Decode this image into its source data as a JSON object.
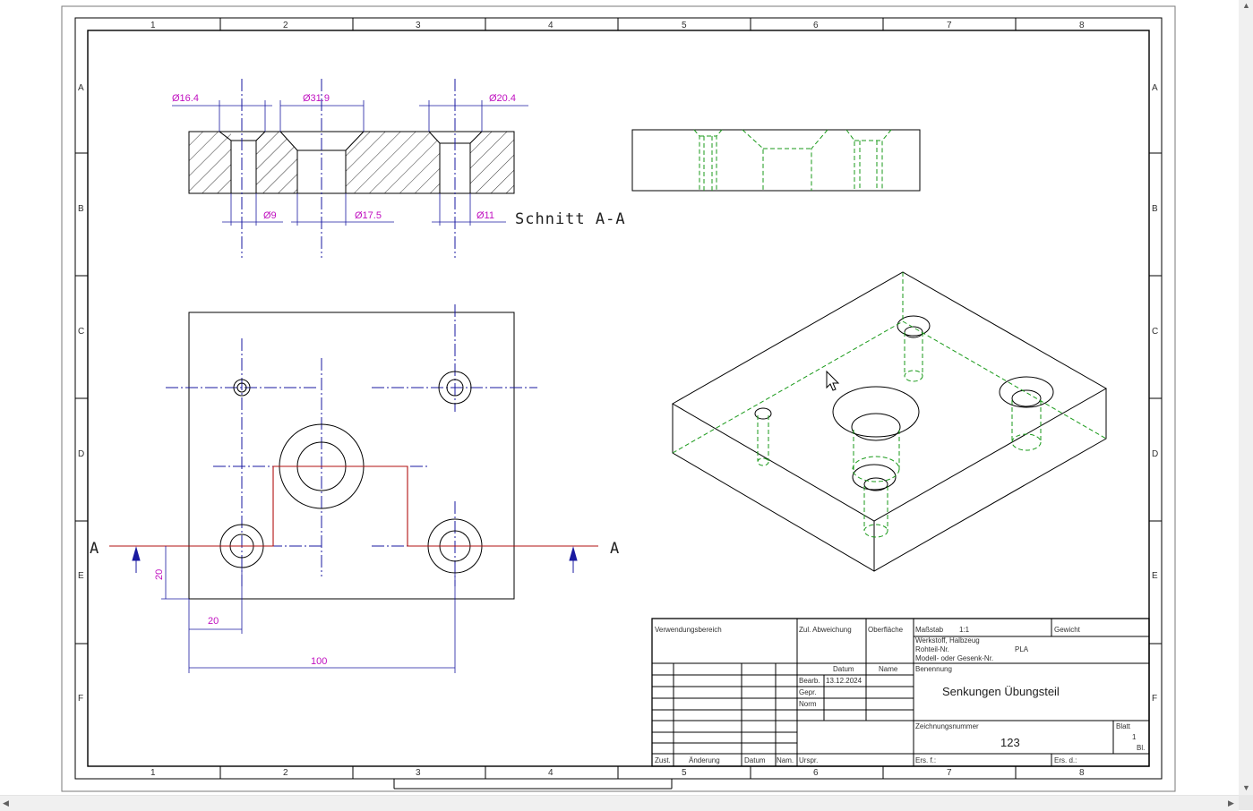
{
  "grid": {
    "columns": [
      "1",
      "2",
      "3",
      "4",
      "5",
      "6",
      "7",
      "8"
    ],
    "rows": [
      "A",
      "B",
      "C",
      "D",
      "E",
      "F"
    ]
  },
  "section": {
    "title": "Schnitt A-A",
    "marker_left": "A",
    "marker_right": "A"
  },
  "dimensions": {
    "dia_16_4": "Ø16.4",
    "dia_31_9": "Ø31.9",
    "dia_20_4": "Ø20.4",
    "dia_9": "Ø9",
    "dia_17_5": "Ø17.5",
    "dia_11": "Ø11",
    "dim_20_v": "20",
    "dim_20_h": "20",
    "dim_100": "100"
  },
  "title_block": {
    "verwendungsbereich": "Verwendungsbereich",
    "zul_abweichung": "Zul. Abweichung",
    "oberflaeche": "Oberfläche",
    "massstab_label": "Maßstab",
    "massstab_value": "1:1",
    "gewicht_label": "Gewicht",
    "werkstoff": "Werkstoff, Halbzeug",
    "rohteil": "Rohteil-Nr.",
    "material": "PLA",
    "modell": "Modell- oder Gesenk-Nr.",
    "datum": "Datum",
    "name": "Name",
    "bearb": "Bearb.",
    "bearb_date": "13.12.2024",
    "gepr": "Gepr.",
    "norm": "Norm",
    "benennung_label": "Benennung",
    "benennung_value": "Senkungen Übungsteil",
    "zeichnungsnummer_label": "Zeichnungsnummer",
    "zeichnungsnummer_value": "123",
    "blatt_label": "Blatt",
    "blatt_value": "1",
    "bl_label": "Bl.",
    "zust": "Zust.",
    "aenderung": "Änderung",
    "datum2": "Datum",
    "nam": "Nam.",
    "urspr": "Urspr.",
    "ers_f": "Ers. f.:",
    "ers_d": "Ers. d.:"
  },
  "colors": {
    "border": "#000000",
    "centerline": "#1a1aa0",
    "dimension_text": "#c010c0",
    "hidden_line": "#1a9a1a",
    "section_line": "#b01010"
  }
}
